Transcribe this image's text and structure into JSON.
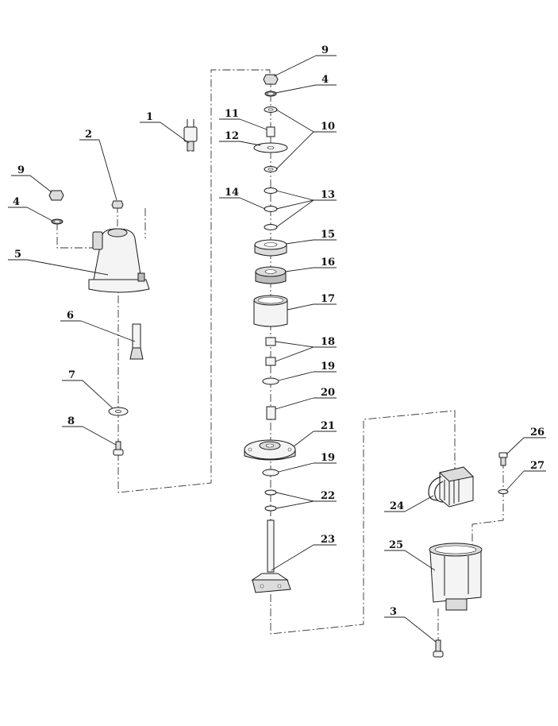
{
  "callouts": [
    {
      "id": "c1",
      "label": "1"
    },
    {
      "id": "c2",
      "label": "2"
    },
    {
      "id": "c9a",
      "label": "9"
    },
    {
      "id": "c4a",
      "label": "4"
    },
    {
      "id": "c5",
      "label": "5"
    },
    {
      "id": "c6",
      "label": "6"
    },
    {
      "id": "c7",
      "label": "7"
    },
    {
      "id": "c8",
      "label": "8"
    },
    {
      "id": "c9b",
      "label": "9"
    },
    {
      "id": "c4b",
      "label": "4"
    },
    {
      "id": "c11",
      "label": "11"
    },
    {
      "id": "c10",
      "label": "10"
    },
    {
      "id": "c12",
      "label": "12"
    },
    {
      "id": "c14",
      "label": "14"
    },
    {
      "id": "c13",
      "label": "13"
    },
    {
      "id": "c15",
      "label": "15"
    },
    {
      "id": "c16",
      "label": "16"
    },
    {
      "id": "c17",
      "label": "17"
    },
    {
      "id": "c18",
      "label": "18"
    },
    {
      "id": "c19a",
      "label": "19"
    },
    {
      "id": "c20",
      "label": "20"
    },
    {
      "id": "c21",
      "label": "21"
    },
    {
      "id": "c19b",
      "label": "19"
    },
    {
      "id": "c22",
      "label": "22"
    },
    {
      "id": "c23",
      "label": "23"
    },
    {
      "id": "c26",
      "label": "26"
    },
    {
      "id": "c27",
      "label": "27"
    },
    {
      "id": "c24",
      "label": "24"
    },
    {
      "id": "c25",
      "label": "25"
    },
    {
      "id": "c3",
      "label": "3"
    }
  ]
}
